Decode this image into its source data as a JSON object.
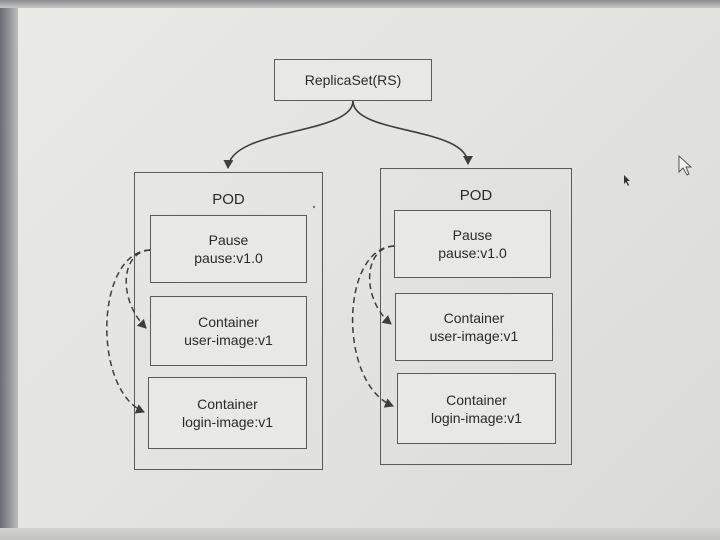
{
  "replicaset": {
    "label": "ReplicaSet(RS)"
  },
  "pods": [
    {
      "title": "POD",
      "pause": {
        "line1": "Pause",
        "line2": "pause:v1.0"
      },
      "containers": [
        {
          "line1": "Container",
          "line2": "user-image:v1"
        },
        {
          "line1": "Container",
          "line2": "login-image:v1"
        }
      ]
    },
    {
      "title": "POD",
      "pause": {
        "line1": "Pause",
        "line2": "pause:v1.0"
      },
      "containers": [
        {
          "line1": "Container",
          "line2": "user-image:v1"
        },
        {
          "line1": "Container",
          "line2": "login-image:v1"
        }
      ]
    }
  ],
  "colors": {
    "stroke": "#4a4a4a",
    "box_fill": "#e8e8e5",
    "text": "#2a2a2a"
  },
  "icons": [
    "mouse-cursor-icon",
    "pointer-arrow-icon"
  ]
}
